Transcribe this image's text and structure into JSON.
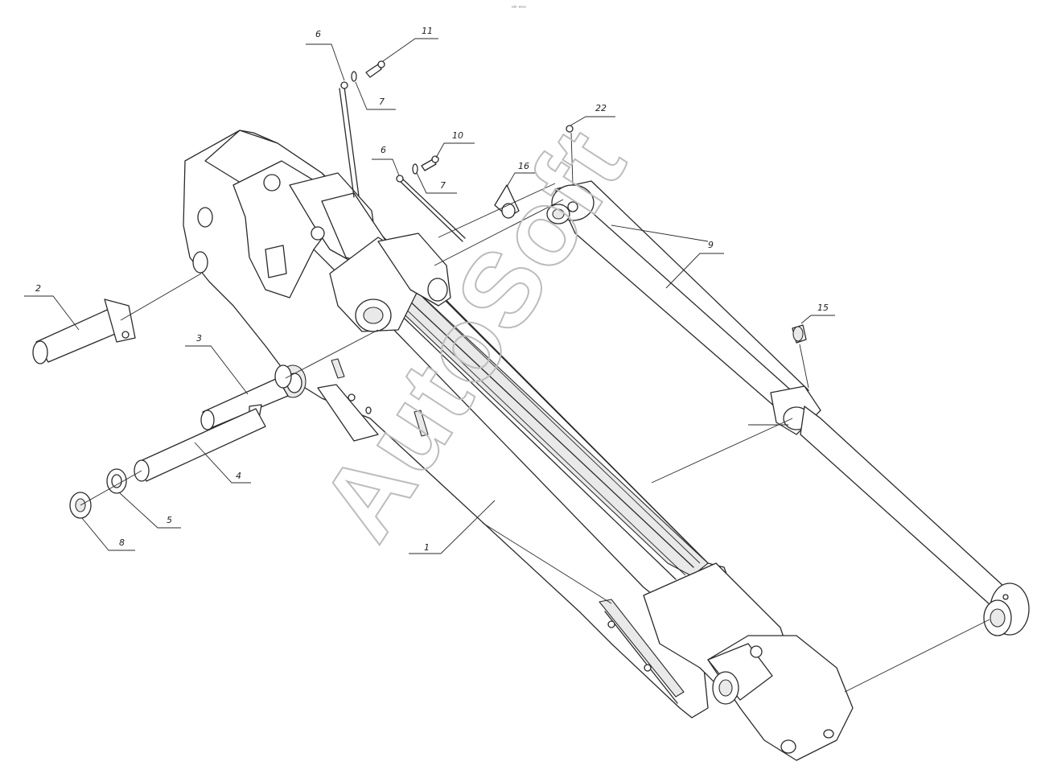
{
  "header": {
    "mark": "ᵒᴰ ʷᵒᵒ"
  },
  "watermark": "AutoSoft",
  "callouts": [
    {
      "id": "c-1",
      "label": "1"
    },
    {
      "id": "c-2",
      "label": "2"
    },
    {
      "id": "c-3",
      "label": "3"
    },
    {
      "id": "c-4",
      "label": "4"
    },
    {
      "id": "c-5",
      "label": "5"
    },
    {
      "id": "c-6a",
      "label": "6"
    },
    {
      "id": "c-6b",
      "label": "6"
    },
    {
      "id": "c-7a",
      "label": "7"
    },
    {
      "id": "c-7b",
      "label": "7"
    },
    {
      "id": "c-8",
      "label": "8"
    },
    {
      "id": "c-9",
      "label": "9"
    },
    {
      "id": "c-10",
      "label": "10"
    },
    {
      "id": "c-11",
      "label": "11"
    },
    {
      "id": "c-15",
      "label": "15"
    },
    {
      "id": "c-16",
      "label": "16"
    },
    {
      "id": "c-22",
      "label": "22"
    }
  ]
}
